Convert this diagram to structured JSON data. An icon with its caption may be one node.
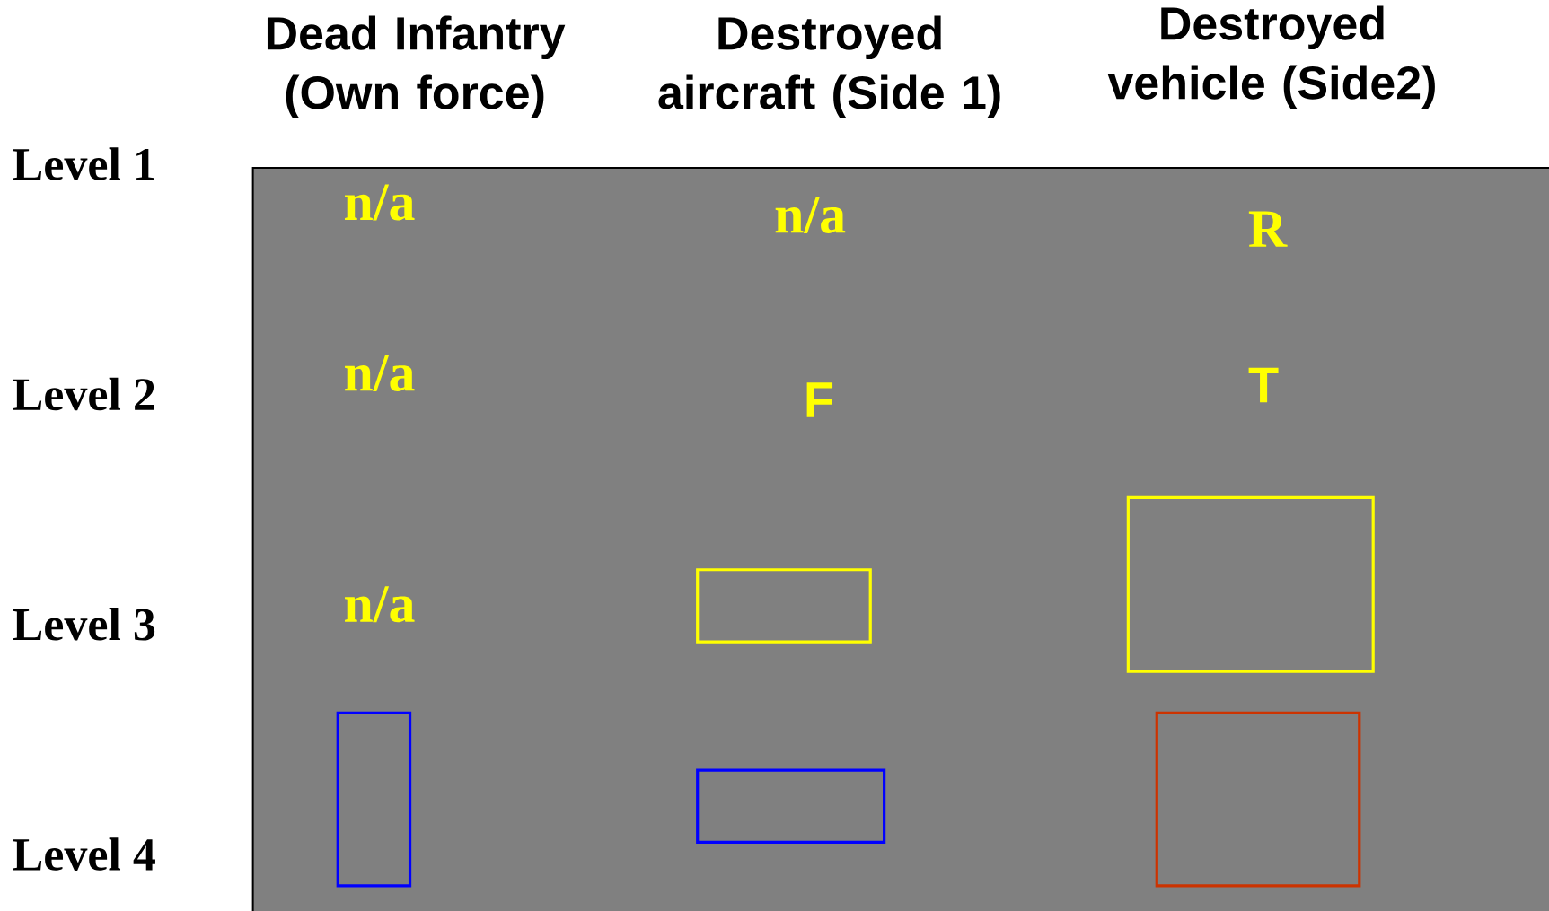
{
  "diagram": {
    "nodes": [
      {
        "text": [],
        "shape": "box"
      },
      {
        "text": [],
        "shape": "box",
        "in": 0
      },
      {
        "text": [],
        "shape": "box",
        "in": 0
      },
      {
        "text": [],
        "shape": "box",
        "in": 0
      },
      {
        "text": [],
        "shape": "box",
        "in": 0
      },
      {
        "text": [],
        "shape": "box",
        "in": 0
      }
    ],
    "labels": [
      "Dead Infantry (Own force)",
      "Destroyed aircraft (Side 1)",
      "Destroyed vehicle (Side2)",
      "Level 1",
      "n/a",
      "n/a",
      "R",
      "Level 2",
      "n/a",
      "F",
      "T",
      "Level 3",
      "n/a",
      "Level 4"
    ]
  }
}
